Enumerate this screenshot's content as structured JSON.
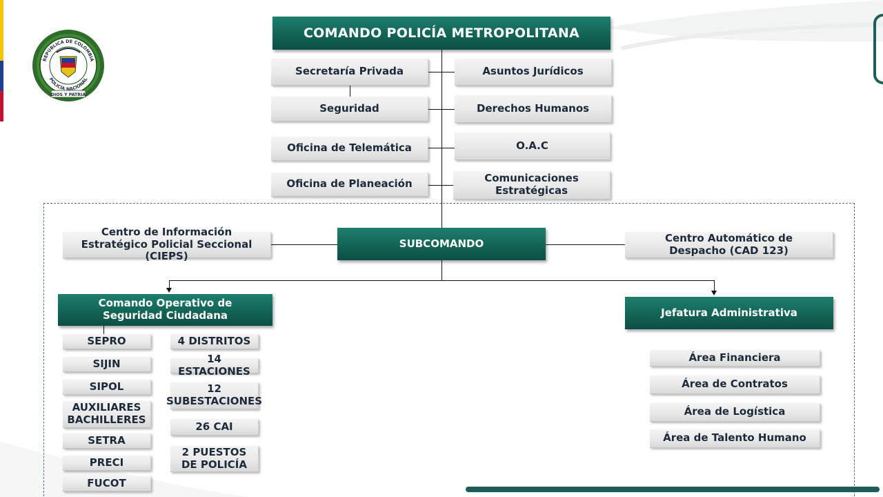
{
  "colors": {
    "teal": "#136455",
    "flag_yellow": "#f5c400",
    "flag_blue": "#1f3f95",
    "flag_red": "#c8102e",
    "accent_bar": "#1e5e58"
  },
  "seal": {
    "text_top": "REPÚBLICA DE COLOMBIA",
    "text_mid": "POLICÍA NACIONAL",
    "text_bottom": "DIOS Y PATRIA"
  },
  "chart": {
    "top": "COMANDO POLICÍA METROPOLITANA",
    "staff_left": [
      "Secretaría Privada",
      "Seguridad",
      "Oficina de Telemática",
      "Oficina de Planeación"
    ],
    "staff_right": [
      "Asuntos Jurídicos",
      "Derechos Humanos",
      "O.A.C",
      "Comunicaciones Estratégicas"
    ],
    "subcomando": "SUBCOMANDO",
    "side_left": "Centro de Información Estratégico Policial Seccional (CIEPS)",
    "side_right": "Centro Automático de Despacho (CAD 123)",
    "operativo": "Comando Operativo de Seguridad Ciudadana",
    "operativo_col1": [
      "SEPRO",
      "SIJIN",
      "SIPOL",
      "AUXILIARES BACHILLERES",
      "SETRA",
      "PRECI",
      "FUCOT"
    ],
    "operativo_col2": [
      "4 DISTRITOS",
      "14 ESTACIONES",
      "12 SUBESTACIONES",
      "26 CAI",
      "2 PUESTOS DE POLICÍA"
    ],
    "administrativa": "Jefatura Administrativa",
    "admin_areas": [
      "Área Financiera",
      "Área de Contratos",
      "Área de Logística",
      "Área de Talento Humano"
    ]
  }
}
